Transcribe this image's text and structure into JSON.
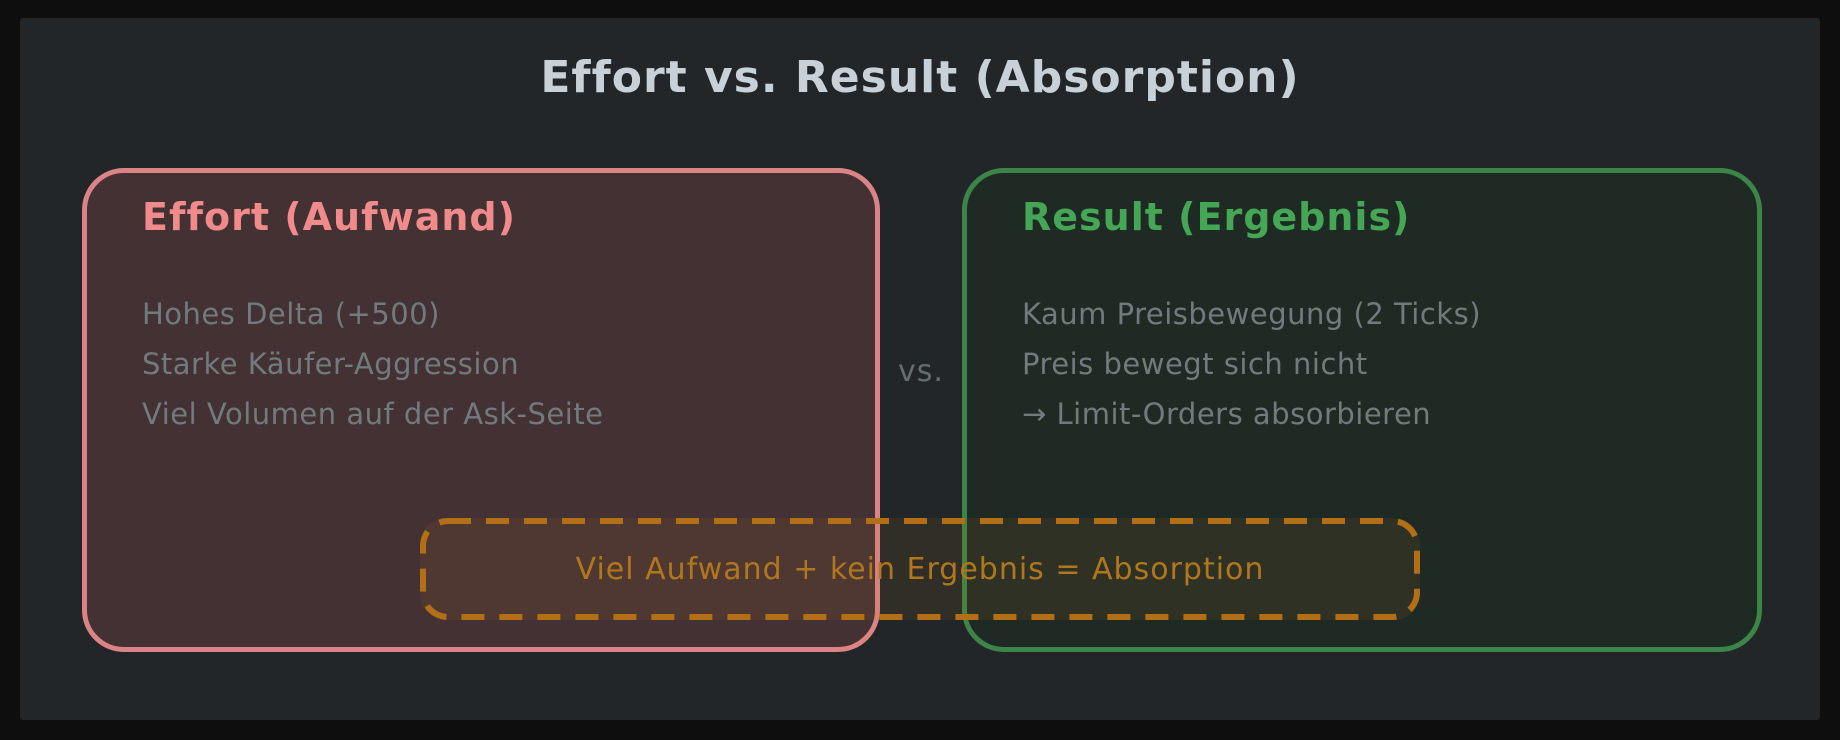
{
  "title": "Effort vs. Result (Absorption)",
  "effort_box": {
    "heading": "Effort (Aufwand)",
    "lines": [
      "Hohes Delta (+500)",
      "Starke Käufer-Aggression",
      "Viel Volumen auf der Ask-Seite"
    ]
  },
  "vs_label": "vs.",
  "result_box": {
    "heading": "Result (Ergebnis)",
    "lines": [
      "Kaum Preisbewegung (2 Ticks)",
      "Preis bewegt sich nicht",
      "→ Limit-Orders absorbieren"
    ]
  },
  "conclusion": {
    "text": "Viel Aufwand + kein Ergebnis = Absorption"
  },
  "colors": {
    "outer_bg": "#0e0e0f",
    "panel_bg": "#222629",
    "title_text": "#c9d1d8",
    "effort_border": "#dc8385",
    "effort_fill": "#433134",
    "effort_heading": "#f18b8b",
    "result_border": "#3c8448",
    "result_fill": "#202a24",
    "result_heading": "#45a655",
    "body_text": "#717a7d",
    "vs_text": "#646d70",
    "accent_orange": "#b26f16",
    "conclusion_text": "#b1771c",
    "conclusion_fill": "rgba(181, 117, 26, 0.10)"
  }
}
